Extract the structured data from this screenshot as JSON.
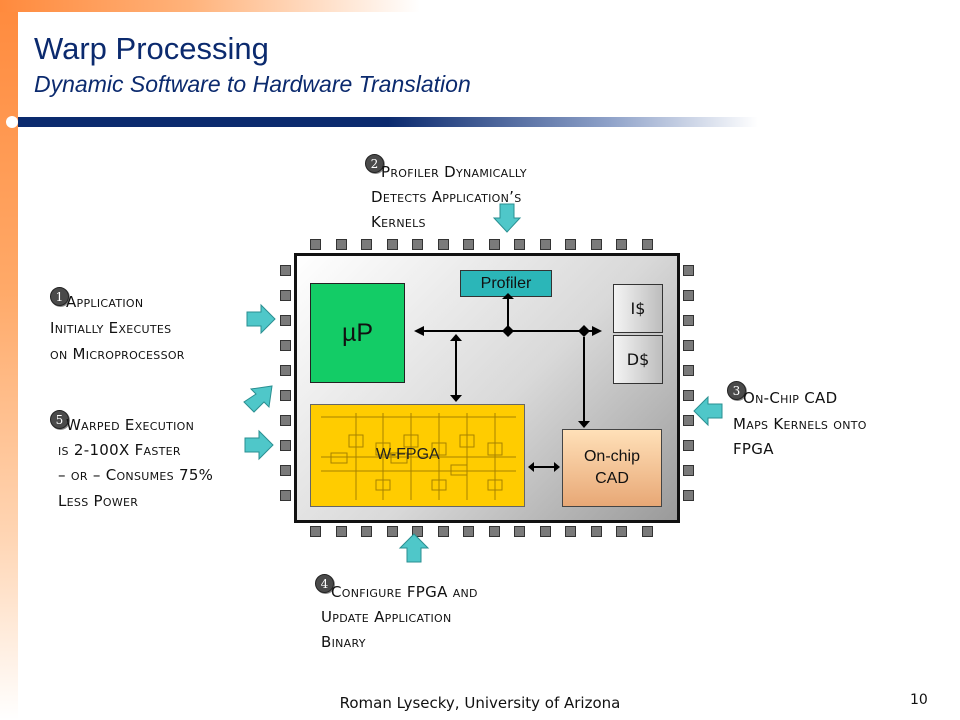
{
  "slide": {
    "title": "Warp Processing",
    "subtitle": "Dynamic Software to Hardware Translation",
    "footer": "Roman Lysecky, University of Arizona",
    "page_number": "10"
  },
  "diagram": {
    "up_label": "µP",
    "profiler_label": "Profiler",
    "icache_label": "I$",
    "dcache_label": "D$",
    "wfpga_label": "W-FPGA",
    "cad_line1": "On-chip",
    "cad_line2": "CAD"
  },
  "steps": [
    {
      "number": "1",
      "line1": "Application",
      "line2": "Initially Executes",
      "line3": "on Microprocessor"
    },
    {
      "number": "2",
      "line1": "Profiler Dynamically",
      "line2": "Detects Application’s",
      "line3": "Kernels"
    },
    {
      "number": "3",
      "line1": "On-Chip CAD",
      "line2": "Maps Kernels onto",
      "line3": "FPGA"
    },
    {
      "number": "4",
      "line1": "Configure FPGA and",
      "line2": "Update Application",
      "line3": "Binary"
    },
    {
      "number": "5",
      "line1": "Warped Execution",
      "line2": "is 2-100X Faster",
      "line3": "– or – Consumes 75%",
      "line4": "Less Power"
    }
  ],
  "colors": {
    "title": "#0b2a6e",
    "microprocessor": "#13cc66",
    "profiler": "#2bb6b8",
    "wfpga": "#ffcc00",
    "cad": "#e8a876",
    "arrow": "#4fc7c9"
  }
}
